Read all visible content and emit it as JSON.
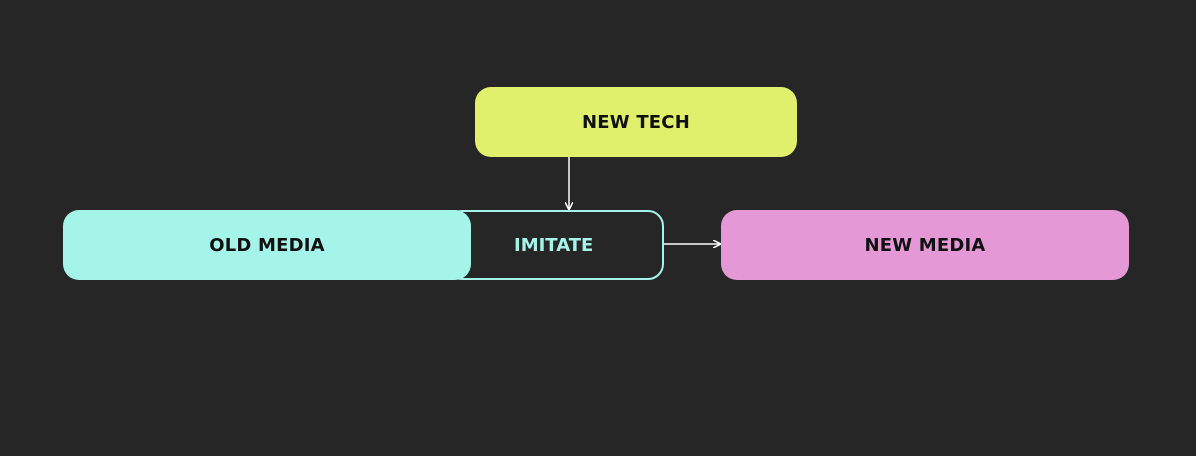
{
  "nodes": {
    "new_tech": "NEW TECH",
    "old_media": "OLD MEDIA",
    "imitate": "IMITATE",
    "new_media": "NEW MEDIA"
  },
  "colors": {
    "background": "#262626",
    "new_tech": "#e1f06c",
    "old_media": "#a4f4ea",
    "new_media": "#e498d6",
    "arrow": "#ffffff"
  }
}
